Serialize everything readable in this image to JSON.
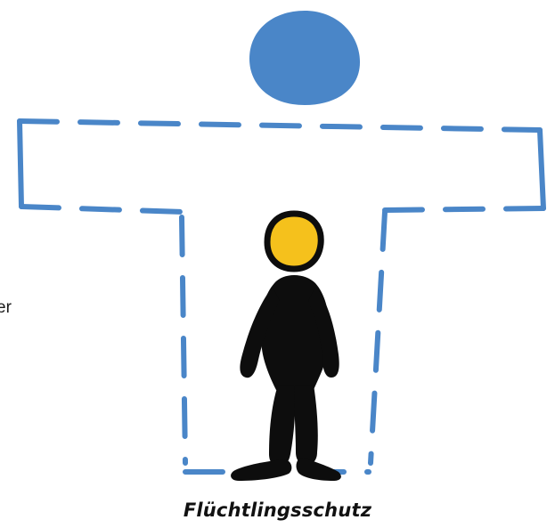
{
  "caption": "Flüchtlingsschutz",
  "left_edge_text": "er",
  "colors": {
    "background": "#ffffff",
    "dash_outline": "#4a86c8",
    "head_circle": "#4a86c8",
    "figure_body": "#0d0d0d",
    "figure_head": "#f5c11c"
  },
  "icons": [
    "blue-circle-head",
    "dashed-t-shape",
    "standing-person-figure"
  ]
}
